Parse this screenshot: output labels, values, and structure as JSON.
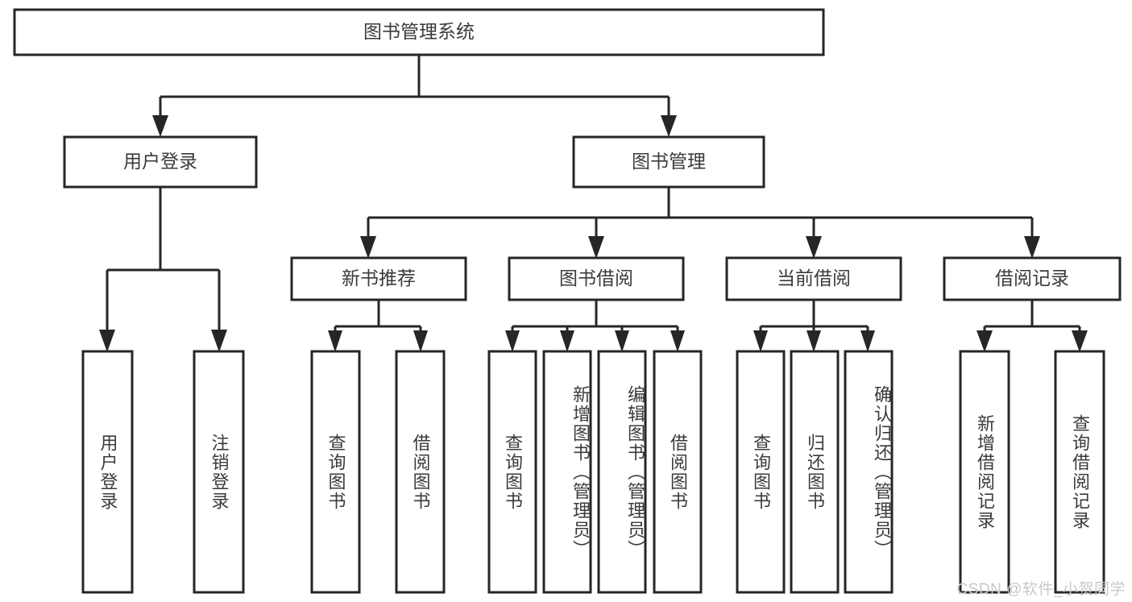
{
  "diagram": {
    "title": "图书管理系统",
    "type": "hierarchy-tree",
    "watermark": "CSDN @软件_小贺同学",
    "colors": {
      "box_stroke": "#262626",
      "box_fill": "#ffffff",
      "text": "#3b3b3b",
      "background": "#ffffff",
      "watermark": "#c9c9c9"
    },
    "levels": {
      "root": {
        "label": "图书管理系统"
      },
      "level2": [
        {
          "id": "user-login",
          "label": "用户登录"
        },
        {
          "id": "book-manage",
          "label": "图书管理"
        }
      ],
      "level3": [
        {
          "id": "new-book-rec",
          "label": "新书推荐",
          "parent": "book-manage"
        },
        {
          "id": "book-borrow",
          "label": "图书借阅",
          "parent": "book-manage"
        },
        {
          "id": "current-borrow",
          "label": "当前借阅",
          "parent": "book-manage"
        },
        {
          "id": "borrow-record",
          "label": "借阅记录",
          "parent": "book-manage"
        }
      ],
      "leaves": [
        {
          "id": "leaf-user-login",
          "label": "用户登录",
          "parent": "user-login"
        },
        {
          "id": "leaf-logout-login",
          "label": "注销登录",
          "parent": "user-login"
        },
        {
          "id": "leaf-query-book-1",
          "label": "查询图书",
          "parent": "new-book-rec"
        },
        {
          "id": "leaf-borrow-book-1",
          "label": "借阅图书",
          "parent": "new-book-rec"
        },
        {
          "id": "leaf-query-book-2",
          "label": "查询图书",
          "parent": "book-borrow"
        },
        {
          "id": "leaf-add-book",
          "label": "新增图书（管理员）",
          "parent": "book-borrow"
        },
        {
          "id": "leaf-edit-book",
          "label": "编辑图书（管理员）",
          "parent": "book-borrow"
        },
        {
          "id": "leaf-borrow-book-2",
          "label": "借阅图书",
          "parent": "book-borrow"
        },
        {
          "id": "leaf-query-book-3",
          "label": "查询图书",
          "parent": "current-borrow"
        },
        {
          "id": "leaf-return-book",
          "label": "归还图书",
          "parent": "current-borrow"
        },
        {
          "id": "leaf-confirm-return",
          "label": "确认归还（管理员）",
          "parent": "current-borrow"
        },
        {
          "id": "leaf-add-record",
          "label": "新增借阅记录",
          "parent": "borrow-record"
        },
        {
          "id": "leaf-query-record",
          "label": "查询借阅记录",
          "parent": "borrow-record"
        }
      ]
    }
  }
}
